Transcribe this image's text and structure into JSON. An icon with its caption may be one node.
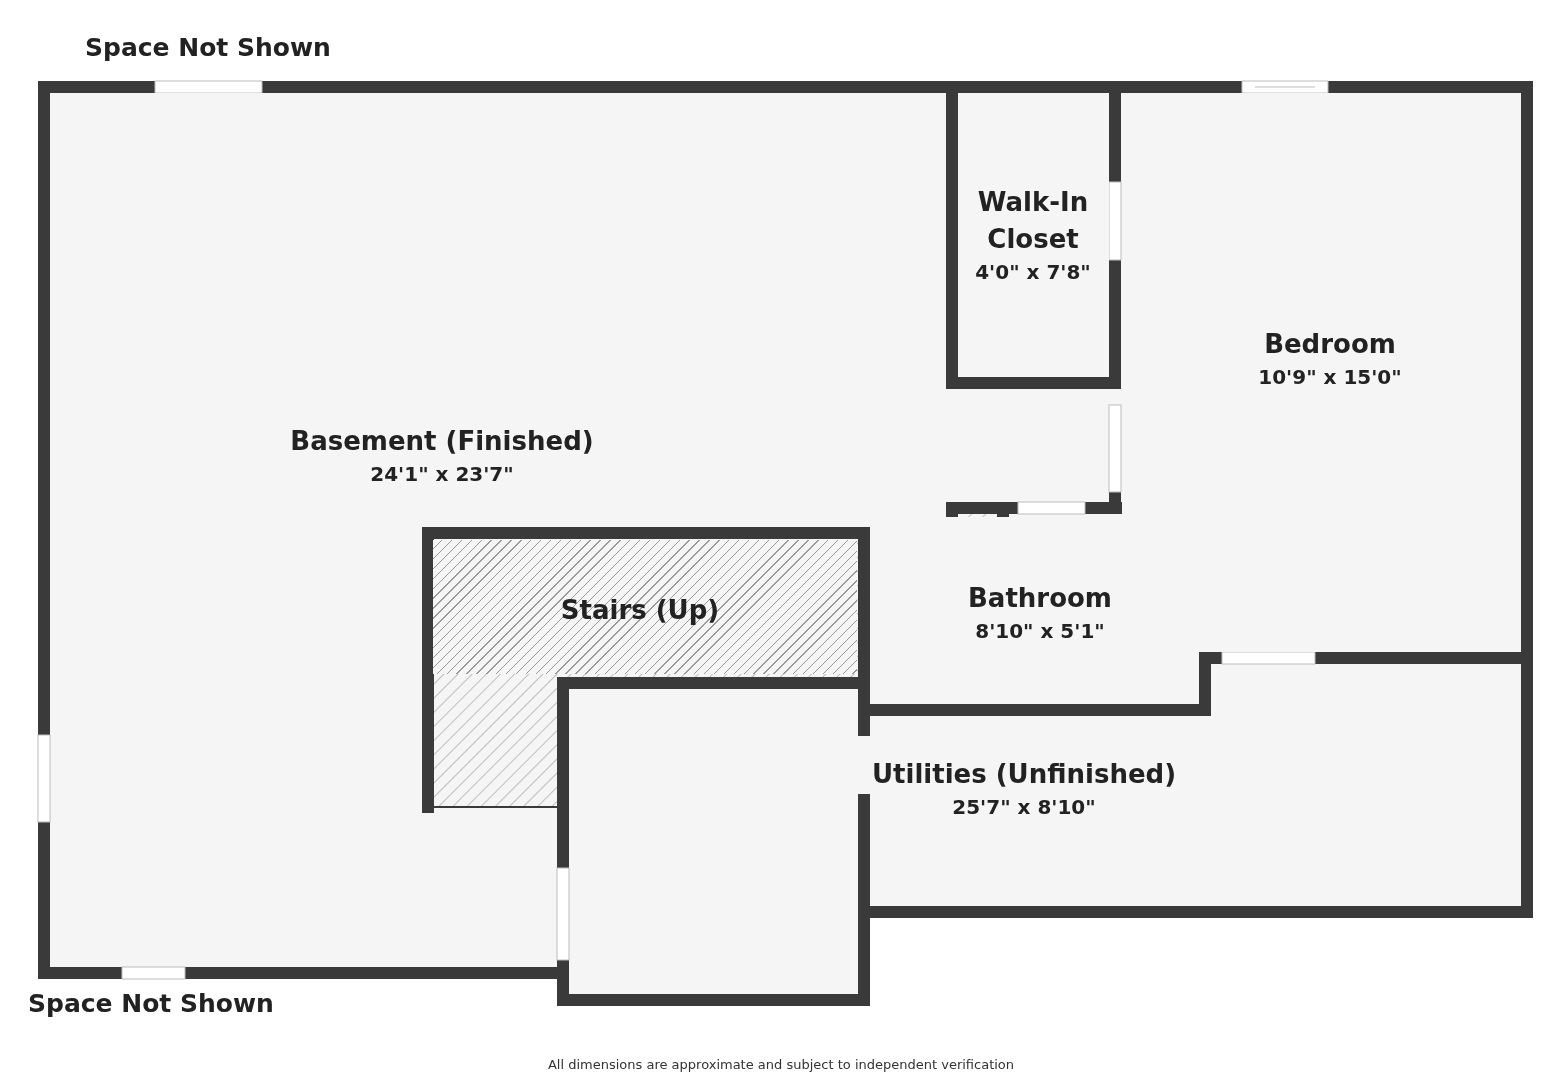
{
  "diagram": {
    "caption": "All dimensions are approximate and subject to independent verification",
    "nodes": [
      {
        "text": [
          "Walk-In Closet",
          "4'0\" x 7'8\""
        ]
      },
      {
        "text": [
          "Bedroom",
          "10'9\" x 15'0\""
        ]
      },
      {
        "text": [
          "Basement (Finished)",
          "24'1\" x 23'7\""
        ]
      },
      {
        "text": [
          "Stairs (Up)"
        ]
      },
      {
        "text": [
          "Bathroom",
          "8'10\" x 5'1\""
        ]
      },
      {
        "text": [
          "Utilities (Unfinished)",
          "25'7\" x 8'10\""
        ]
      }
    ],
    "labels": [
      "Space Not Shown",
      "Space Not Shown"
    ]
  }
}
